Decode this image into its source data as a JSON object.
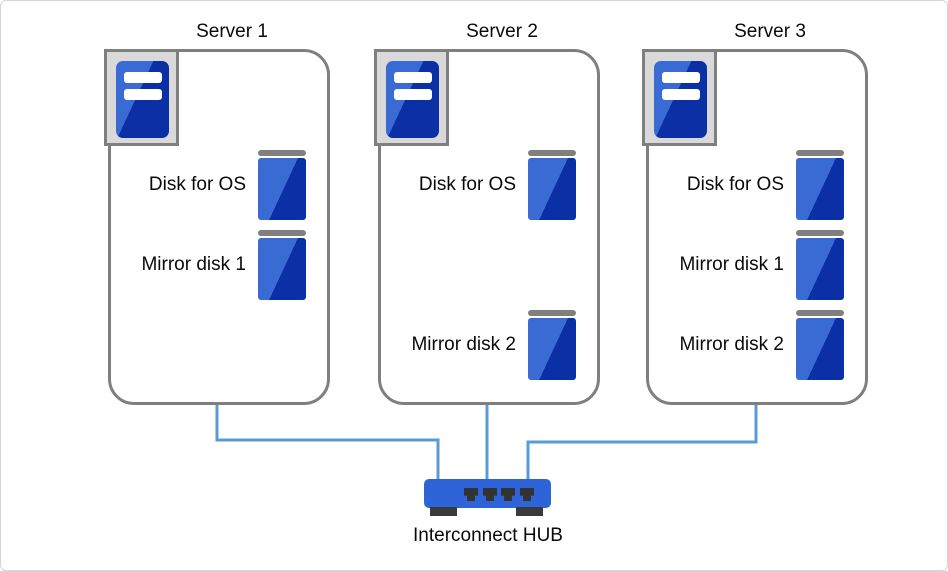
{
  "servers": [
    {
      "title": "Server 1",
      "disks": [
        {
          "label": "Disk for OS"
        },
        {
          "label": "Mirror disk 1"
        }
      ]
    },
    {
      "title": "Server 2",
      "disks": [
        {
          "label": "Disk for OS"
        },
        {
          "label": "Mirror disk 2"
        }
      ]
    },
    {
      "title": "Server 3",
      "disks": [
        {
          "label": "Disk for OS"
        },
        {
          "label": "Mirror disk 1"
        },
        {
          "label": "Mirror disk 2"
        }
      ]
    }
  ],
  "hub": {
    "label": "Interconnect HUB",
    "port_count": 4
  },
  "colors": {
    "disk_light_blue": "#3a6ad4",
    "disk_dark_blue": "#0b2fa5",
    "connector_blue": "#5b9bd5",
    "hub_body_blue": "#2f63d8",
    "box_border_gray": "#7f7f7f",
    "icon_plate_gray": "#d9d9d9",
    "port_dark": "#333333"
  }
}
